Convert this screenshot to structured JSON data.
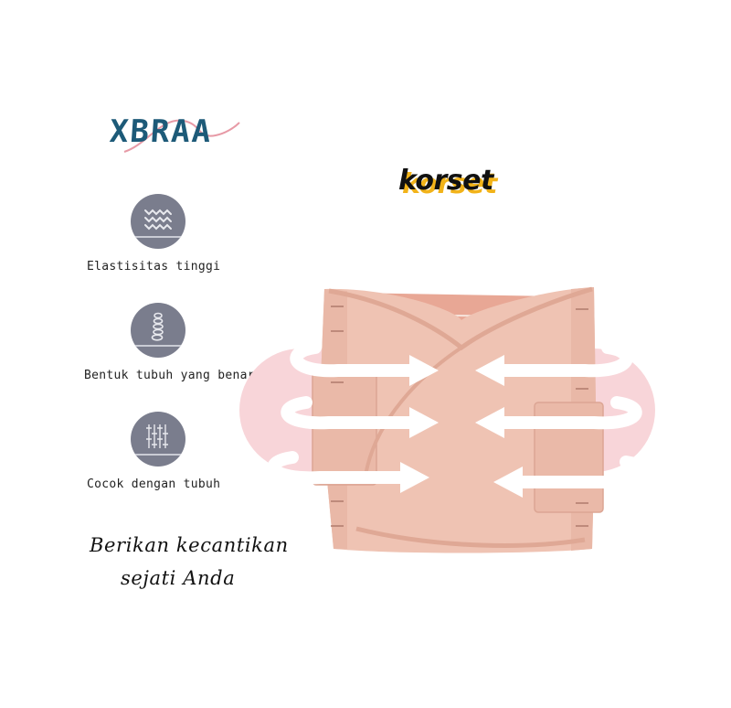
{
  "brand": {
    "name": "XBRAA",
    "color": "#1d5a78",
    "swoosh_color": "#e79aa6"
  },
  "product": {
    "title": "korset",
    "title_shadow_color": "#f2b319",
    "band_color": "#f8d5d9",
    "fabric_color": "#efc3b3"
  },
  "features": [
    {
      "icon": "wave-icon",
      "label": "Elastisitas tinggi"
    },
    {
      "icon": "spine-icon",
      "label": "Bentuk tubuh yang benar"
    },
    {
      "icon": "weave-icon",
      "label": "Cocok dengan tubuh"
    }
  ],
  "feature_icon_color": "#7a7d8d",
  "tagline": {
    "line1": "Berikan kecantikan",
    "line2": "sejati Anda"
  }
}
